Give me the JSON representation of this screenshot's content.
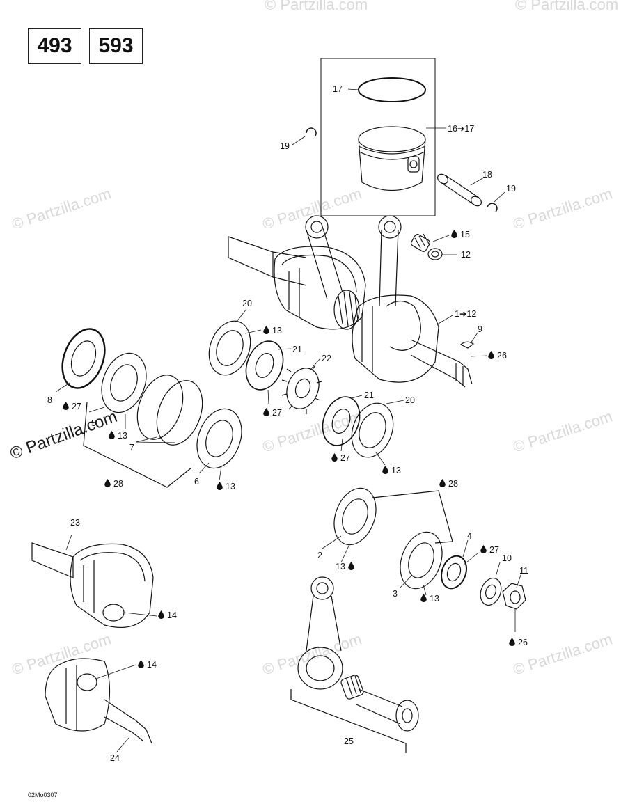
{
  "models": [
    "493",
    "593"
  ],
  "callouts": [
    {
      "id": "c17a",
      "text": "17"
    },
    {
      "id": "c16",
      "text": "16➔17"
    },
    {
      "id": "c19a",
      "text": "19"
    },
    {
      "id": "c18",
      "text": "18"
    },
    {
      "id": "c19b",
      "text": "19"
    },
    {
      "id": "c15",
      "text": "15",
      "drop": true
    },
    {
      "id": "c12",
      "text": "12"
    },
    {
      "id": "c1",
      "text": "1➔12"
    },
    {
      "id": "c9",
      "text": "9"
    },
    {
      "id": "c26a",
      "text": "26",
      "drop": true
    },
    {
      "id": "c20a",
      "text": "20"
    },
    {
      "id": "c13a",
      "text": "13",
      "drop": true
    },
    {
      "id": "c21a",
      "text": "21"
    },
    {
      "id": "c22",
      "text": "22"
    },
    {
      "id": "c27a",
      "text": "27",
      "drop": true
    },
    {
      "id": "c21b",
      "text": "21"
    },
    {
      "id": "c20b",
      "text": "20"
    },
    {
      "id": "c27b",
      "text": "27",
      "drop": true
    },
    {
      "id": "c13b",
      "text": "13",
      "drop": true
    },
    {
      "id": "c8",
      "text": "8"
    },
    {
      "id": "c27c",
      "text": "27",
      "drop": true
    },
    {
      "id": "c5",
      "text": "5"
    },
    {
      "id": "c13c",
      "text": "13",
      "drop": true
    },
    {
      "id": "c7",
      "text": "7"
    },
    {
      "id": "c28a",
      "text": "28",
      "drop": true
    },
    {
      "id": "c6",
      "text": "6"
    },
    {
      "id": "c13d",
      "text": "13",
      "drop": true
    },
    {
      "id": "c28b",
      "text": "28",
      "drop": true
    },
    {
      "id": "c2",
      "text": "2"
    },
    {
      "id": "c13e",
      "text": "13",
      "drop": true
    },
    {
      "id": "c4",
      "text": "4"
    },
    {
      "id": "c27d",
      "text": "27",
      "drop": true
    },
    {
      "id": "c10",
      "text": "10"
    },
    {
      "id": "c11",
      "text": "11"
    },
    {
      "id": "c3",
      "text": "3"
    },
    {
      "id": "c13f",
      "text": "13",
      "drop": true
    },
    {
      "id": "c26b",
      "text": "26",
      "drop": true
    },
    {
      "id": "c23",
      "text": "23"
    },
    {
      "id": "c14a",
      "text": "14",
      "drop": true
    },
    {
      "id": "c14b",
      "text": "14",
      "drop": true
    },
    {
      "id": "c24",
      "text": "24"
    },
    {
      "id": "c25",
      "text": "25"
    }
  ],
  "watermark": "© Partzilla.com",
  "drawing_ref": "02Mo0307"
}
